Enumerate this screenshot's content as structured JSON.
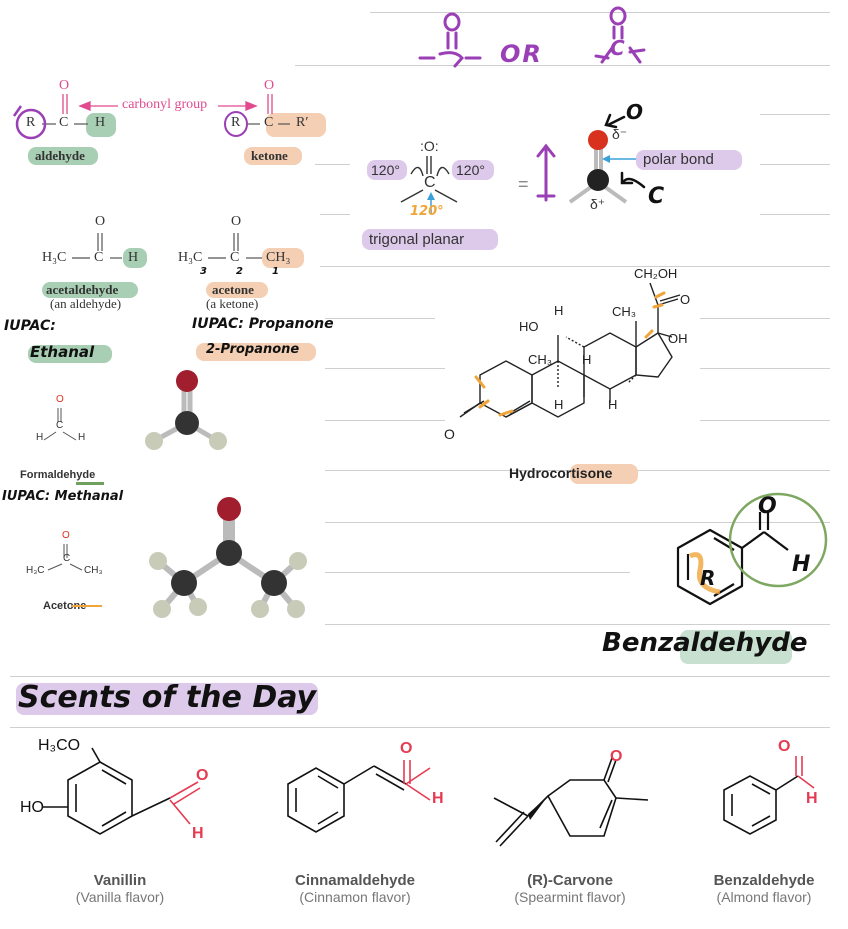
{
  "header": {
    "carbonyl_sketch_left": "-C-",
    "carbonyl_sketch_left_top": "O",
    "carbonyl_or": "OR",
    "carbonyl_sketch_right_top": "O",
    "carbonyl_sketch_right": "C"
  },
  "carbonyl": {
    "label": "carbonyl group",
    "aldehyde": "aldehyde",
    "ketone": "ketone",
    "r": "R",
    "r_prime": "R′",
    "c": "C",
    "h": "H",
    "o": "O"
  },
  "trigonal": {
    "angle_left": "120°",
    "angle_right": "120°",
    "angle_bottom": "120°",
    "center_atom": "C",
    "top_atom": ":O:",
    "equals": "=",
    "label": "trigonal planar",
    "polar_bond": "polar bond",
    "delta_minus": "δ⁻",
    "delta_plus": "δ⁺",
    "hand_o": "O",
    "hand_c": "C"
  },
  "examples": {
    "acetaldehyde_formula_left": "H₃C",
    "acetaldehyde_h": "H",
    "acetaldehyde_name": "acetaldehyde",
    "acetaldehyde_sub": "(an aldehyde)",
    "acetone_formula_left": "H₃C",
    "acetone_ch3": "CH₃",
    "acetone_name": "acetone",
    "acetone_sub": "(a ketone)",
    "numbers": [
      "3",
      "2",
      "1"
    ],
    "iupac_left": "IUPAC:",
    "iupac_left_name": "Ethanal",
    "iupac_right": "IUPAC: Propanone",
    "iupac_right_alt": "2-Propanone"
  },
  "models": {
    "formaldehyde": "Formaldehyde",
    "formaldehyde_iupac": "IUPAC: Methanal",
    "acetone": "Acetone",
    "h3c": "H₃C",
    "ch3": "CH₃"
  },
  "hydrocortisone": {
    "name": "Hydrocortisone",
    "ch2oh": "CH₂OH",
    "ho": "HO",
    "oh": "OH",
    "ch3_a": "CH₃",
    "ch3_b": "CH₃",
    "h": "H",
    "o": "O"
  },
  "benzaldehyde_hand": {
    "label": "Benzaldehyde",
    "r": "R",
    "o": "O",
    "h": "H"
  },
  "scents": {
    "title": "Scents of the Day",
    "items": [
      {
        "name": "Vanillin",
        "flavor": "(Vanilla flavor)"
      },
      {
        "name": "Cinnamaldehyde",
        "flavor": "(Cinnamon flavor)"
      },
      {
        "name": "(R)-Carvone",
        "flavor": "(Spearmint flavor)"
      },
      {
        "name": "Benzaldehyde",
        "flavor": "(Almond flavor)"
      }
    ],
    "vanillin_h3co": "H₃CO",
    "vanillin_ho": "HO",
    "o": "O",
    "h": "H"
  },
  "colors": {
    "magenta": "#d0348a",
    "purple": "#9a3fb6",
    "green_pill": "#a8cfb4",
    "peach_pill": "#f4cfb4",
    "lavender_pill": "#ddc9ea",
    "orange": "#f0a53a",
    "red": "#e53b52",
    "blue": "#3aa0d8"
  }
}
